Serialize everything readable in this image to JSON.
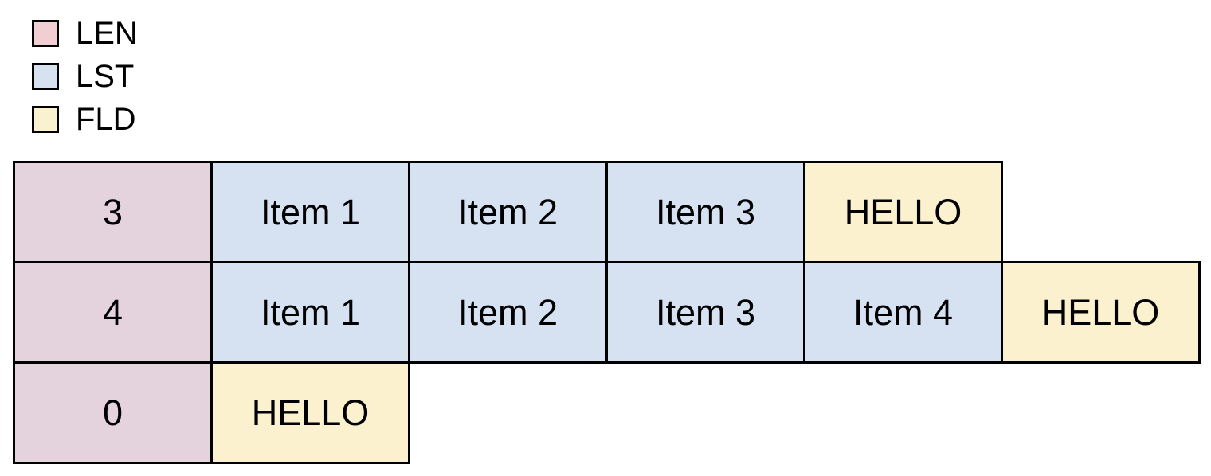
{
  "legend": {
    "items": [
      {
        "id": "LEN",
        "label": "LEN",
        "swatch_color": "#f0ced2"
      },
      {
        "id": "LST",
        "label": "LST",
        "swatch_color": "#d7e2f1"
      },
      {
        "id": "FLD",
        "label": "FLD",
        "swatch_color": "#faf1cf"
      }
    ]
  },
  "diagram": {
    "border_color": "#000000",
    "text_color": "#000000",
    "cell_colors": {
      "LEN": "#e4d2dd",
      "LST": "#d6e2f2",
      "FLD": "#fbf1ce"
    },
    "rows": [
      {
        "cells": [
          {
            "type": "LEN",
            "text": "3"
          },
          {
            "type": "LST",
            "text": "Item 1"
          },
          {
            "type": "LST",
            "text": "Item 2"
          },
          {
            "type": "LST",
            "text": "Item 3"
          },
          {
            "type": "FLD",
            "text": "HELLO"
          }
        ]
      },
      {
        "cells": [
          {
            "type": "LEN",
            "text": "4"
          },
          {
            "type": "LST",
            "text": "Item 1"
          },
          {
            "type": "LST",
            "text": "Item 2"
          },
          {
            "type": "LST",
            "text": "Item 3"
          },
          {
            "type": "LST",
            "text": "Item 4"
          },
          {
            "type": "FLD",
            "text": "HELLO"
          }
        ]
      },
      {
        "cells": [
          {
            "type": "LEN",
            "text": "0"
          },
          {
            "type": "FLD",
            "text": "HELLO"
          }
        ]
      }
    ]
  }
}
